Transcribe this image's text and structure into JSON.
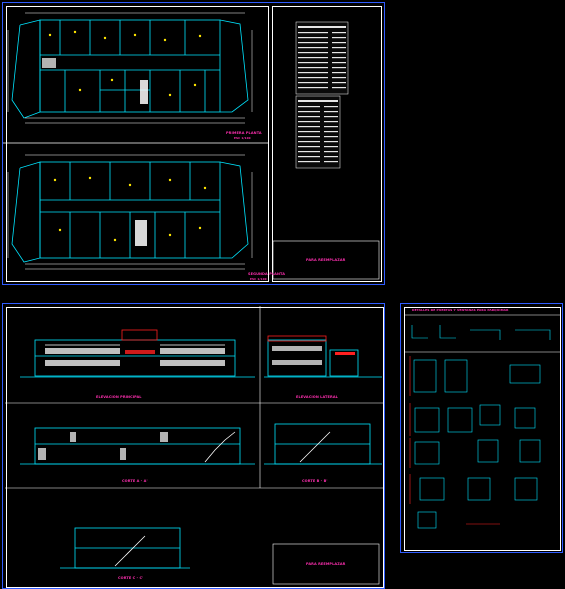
{
  "sheets": {
    "plans": {
      "plan_top_title": "PRIMERA PLANTA",
      "plan_top_scale": "ESC 1/100",
      "plan_bottom_title": "SEGUNDA PLANTA",
      "plan_bottom_scale": "ESC 1/100",
      "title_block_label": "PARA REEMPLAZAR"
    },
    "elevations": {
      "main_elevation_title": "ELEVACION PRINCIPAL",
      "lateral_elevation_title": "ELEVACION LATERAL",
      "section_a_title": "CORTE A - A'",
      "section_b_title": "CORTE B - B'",
      "section_c_title": "CORTE C - C'",
      "title_block_label": "PARA REEMPLAZAR"
    },
    "details": {
      "header": "DETALLES DE PUERTAS Y VENTANAS PARA PARQUIMAR"
    }
  },
  "colors": {
    "background": "#000000",
    "sheet_border": "#2f5cff",
    "annotation": "#ff2fb0",
    "walls": "#00e5ff",
    "dims": "#ffffff",
    "highlight": "#ff2020"
  }
}
